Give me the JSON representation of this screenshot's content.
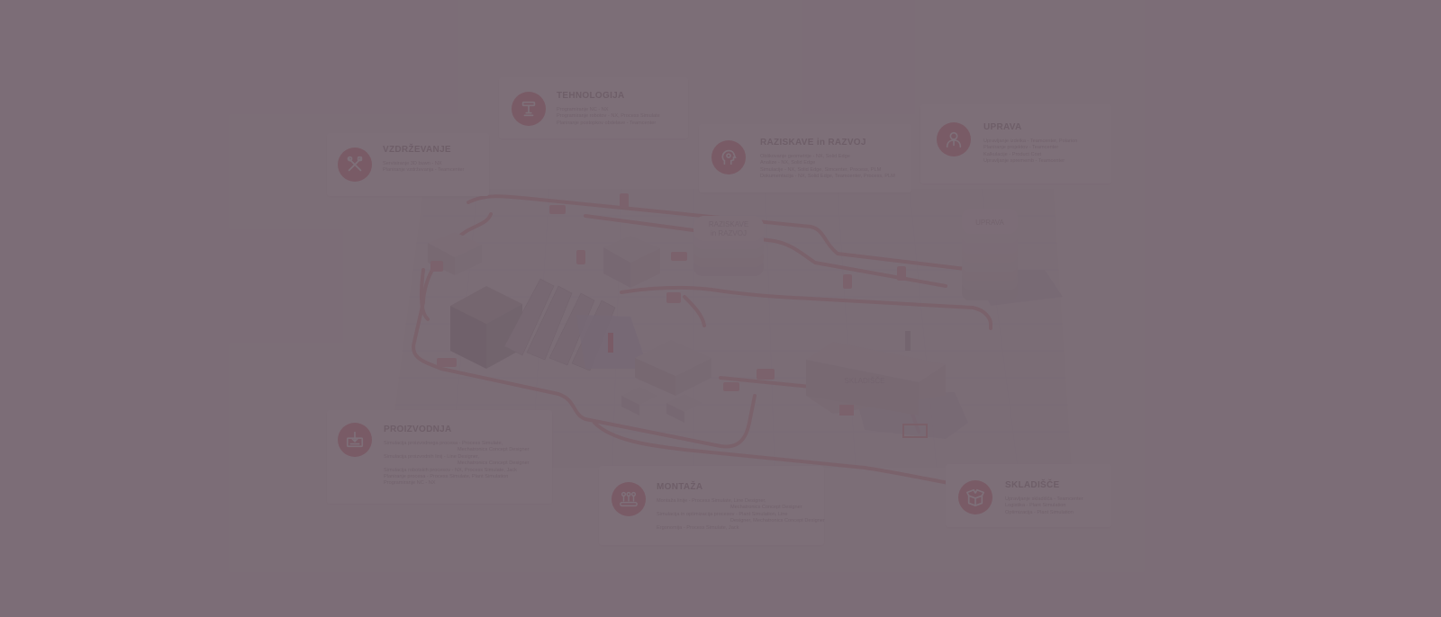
{
  "diagram": {
    "building_labels": {
      "rnd": [
        "RAZISKAVE",
        "in RAZVOJ"
      ],
      "admin": "UPRAVA",
      "warehouse": "SKLADIŠČE"
    }
  },
  "cards": {
    "tehnologija": {
      "icon": "cnc-spindle-icon",
      "title": "TEHNOLOGIJA",
      "lines": [
        "Programiranje NC - NX",
        "Programiranje robotov - NX, Process Simulate",
        "Planiranje postopkov obdelave - Teamcenter"
      ]
    },
    "vzdrzevanje": {
      "icon": "tools-icon",
      "title": "VZDRŽEVANJE",
      "lines": [
        "Servisiranje 3D buwn - NX",
        "Planiranje vzdrževanja - Teamcenter"
      ]
    },
    "raziskave": {
      "icon": "brain-gear-icon",
      "title": "RAZISKAVE in RAZVOJ",
      "lines": [
        "Oblikovanje geometrije - NX, Solid Edge",
        "Analize - NX, Solid Edge",
        "Simulacije - NX, Solid Edge, Simcenter, Process, PLM",
        "Dokumentacija - NX, Solid Edge, Teamcenter, Process, PLM"
      ]
    },
    "uprava": {
      "icon": "manager-icon",
      "title": "UPRAVA",
      "lines": [
        "Upravljanje izdelka - Teamcenter, Polarion",
        "Planiranje projektov - Teamcenter",
        "Kalkulacije - Product Cost",
        "Upravljanje sprememb - Teamcenter"
      ]
    },
    "proizvodnja": {
      "icon": "production-machine-icon",
      "title": "PROIZVODNJA",
      "lines": [
        {
          "text": "Simulacija proizvodnega procesa - Process Simulate,",
          "indent": false
        },
        {
          "text": "Mechatronics Concept Designer",
          "indent": true
        },
        {
          "text": "Simulacija proizvodnih linij - Line Designer,",
          "indent": false
        },
        {
          "text": "Mechatronics Concept Designer",
          "indent": true
        },
        {
          "text": "Simulacija robotskih procesov - NX, Process Simulate, Jack",
          "indent": false
        },
        {
          "text": "Planiranje procesa - Process Simulate, Plant Simulation",
          "indent": false
        },
        {
          "text": "Programiranje NC - NX",
          "indent": false
        }
      ]
    },
    "montaza": {
      "icon": "conveyor-assembly-icon",
      "title": "MONTAŽA",
      "lines": [
        {
          "text": "Montaža linije - Process Simulate, Line Designer,",
          "indent": false
        },
        {
          "text": "Mechatronics Concept Designer",
          "indent": true
        },
        {
          "text": "Simulacija in optimizacija procesov - Plant Simulation, Line",
          "indent": false
        },
        {
          "text": "Designer, Mechatronics Concept Designer",
          "indent": true
        },
        {
          "text": "Ergonomija - Process Simulate, Jack",
          "indent": false
        }
      ]
    },
    "skladisce": {
      "icon": "open-box-icon",
      "title": "SKLADIŠČE",
      "lines": [
        "Upravljanje skladišča - Teamcenter",
        "Logistika - Plant Simulation",
        "Optimizacija - Plant Simulation"
      ]
    }
  }
}
